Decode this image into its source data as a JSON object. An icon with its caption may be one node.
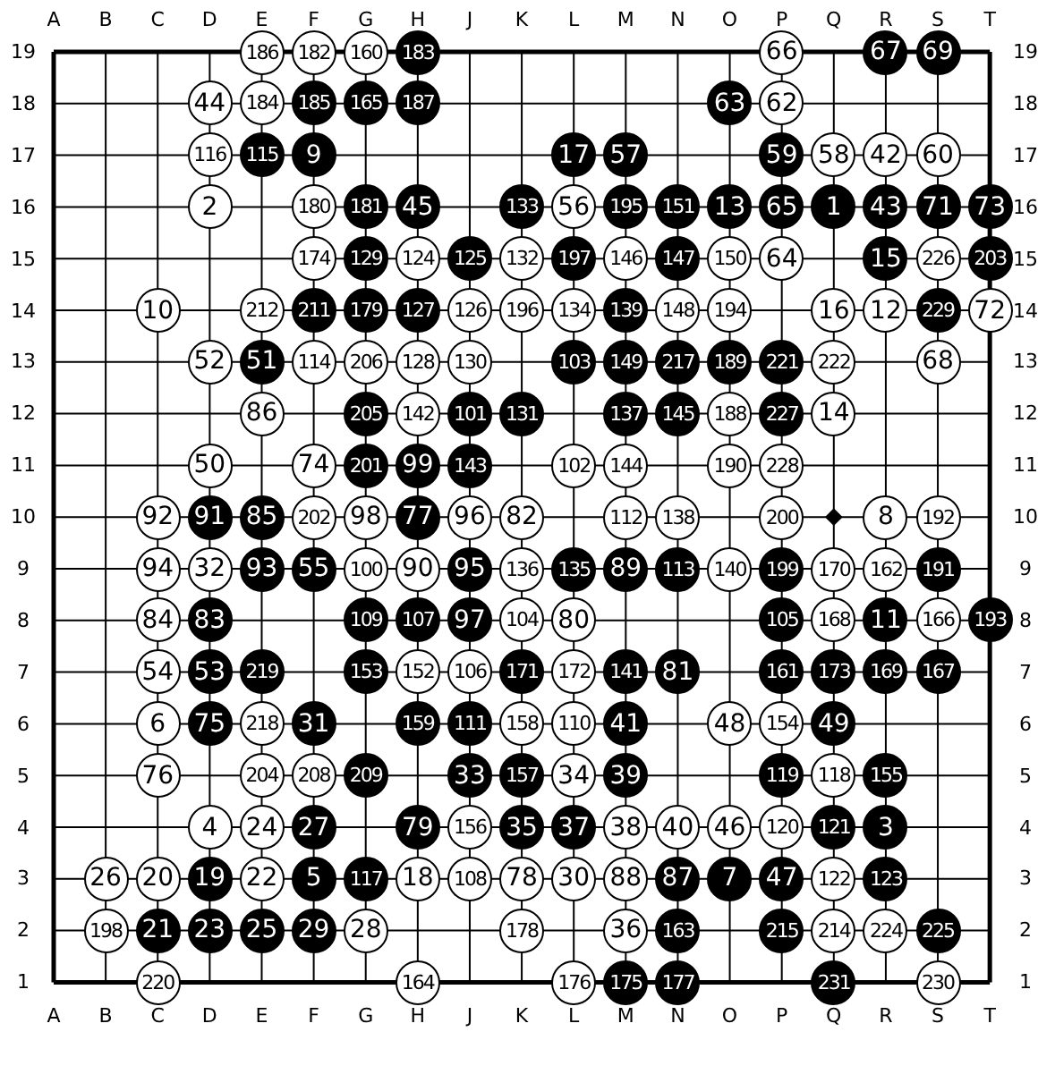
{
  "diagram": {
    "nodes": [
      {
        "text": [
          "186"
        ]
      },
      {
        "text": [
          "182"
        ]
      },
      {
        "text": [
          "160"
        ]
      },
      {
        "text": [
          "183"
        ]
      },
      {
        "text": [
          "66"
        ]
      },
      {
        "text": [
          "67"
        ]
      },
      {
        "text": [
          "69"
        ]
      },
      {
        "text": [
          "44"
        ]
      },
      {
        "text": [
          "184"
        ]
      },
      {
        "text": [
          "185"
        ]
      },
      {
        "text": [
          "165"
        ]
      },
      {
        "text": [
          "187"
        ]
      },
      {
        "text": [
          "63"
        ]
      },
      {
        "text": [
          "62"
        ]
      },
      {
        "text": [
          "116"
        ]
      },
      {
        "text": [
          "115"
        ]
      },
      {
        "text": [
          "9"
        ]
      },
      {
        "text": [
          "17"
        ]
      },
      {
        "text": [
          "57"
        ]
      },
      {
        "text": [
          "59"
        ]
      },
      {
        "text": [
          "58"
        ]
      },
      {
        "text": [
          "42"
        ]
      },
      {
        "text": [
          "60"
        ]
      },
      {
        "text": [
          "2"
        ]
      },
      {
        "text": [
          "180"
        ]
      },
      {
        "text": [
          "181"
        ]
      },
      {
        "text": [
          "45"
        ]
      },
      {
        "text": [
          "133"
        ]
      },
      {
        "text": [
          "56"
        ]
      },
      {
        "text": [
          "195"
        ]
      },
      {
        "text": [
          "151"
        ]
      },
      {
        "text": [
          "13"
        ]
      },
      {
        "text": [
          "65"
        ]
      },
      {
        "text": [
          "1"
        ]
      },
      {
        "text": [
          "43"
        ]
      },
      {
        "text": [
          "71"
        ]
      },
      {
        "text": [
          "73"
        ]
      },
      {
        "text": [
          "174"
        ]
      },
      {
        "text": [
          "129"
        ]
      },
      {
        "text": [
          "124"
        ]
      },
      {
        "text": [
          "125"
        ]
      },
      {
        "text": [
          "132"
        ]
      },
      {
        "text": [
          "197"
        ]
      },
      {
        "text": [
          "146"
        ]
      },
      {
        "text": [
          "147"
        ]
      },
      {
        "text": [
          "150"
        ]
      },
      {
        "text": [
          "64"
        ]
      },
      {
        "text": [
          "15"
        ]
      },
      {
        "text": [
          "226"
        ]
      },
      {
        "text": [
          "203"
        ]
      },
      {
        "text": [
          "10"
        ]
      },
      {
        "text": [
          "212"
        ]
      },
      {
        "text": [
          "211"
        ]
      },
      {
        "text": [
          "179"
        ]
      },
      {
        "text": [
          "127"
        ]
      },
      {
        "text": [
          "126"
        ]
      },
      {
        "text": [
          "196"
        ]
      },
      {
        "text": [
          "134"
        ]
      },
      {
        "text": [
          "139"
        ]
      },
      {
        "text": [
          "148"
        ]
      },
      {
        "text": [
          "194"
        ]
      },
      {
        "text": [
          "16"
        ]
      },
      {
        "text": [
          "12"
        ]
      },
      {
        "text": [
          "229"
        ]
      },
      {
        "text": [
          "72"
        ]
      },
      {
        "text": [
          "52"
        ]
      },
      {
        "text": [
          "51"
        ]
      },
      {
        "text": [
          "114"
        ]
      },
      {
        "text": [
          "206"
        ]
      },
      {
        "text": [
          "128"
        ]
      },
      {
        "text": [
          "130"
        ]
      },
      {
        "text": [
          "103"
        ]
      },
      {
        "text": [
          "149"
        ]
      },
      {
        "text": [
          "217"
        ]
      },
      {
        "text": [
          "189"
        ]
      },
      {
        "text": [
          "221"
        ]
      },
      {
        "text": [
          "222"
        ]
      },
      {
        "text": [
          "68"
        ]
      },
      {
        "text": [
          "86"
        ]
      },
      {
        "text": [
          "205"
        ]
      },
      {
        "text": [
          "142"
        ]
      },
      {
        "text": [
          "101"
        ]
      },
      {
        "text": [
          "131"
        ]
      },
      {
        "text": [
          "137"
        ]
      },
      {
        "text": [
          "145"
        ]
      },
      {
        "text": [
          "188"
        ]
      },
      {
        "text": [
          "227"
        ]
      },
      {
        "text": [
          "14"
        ]
      },
      {
        "text": [
          "50"
        ]
      },
      {
        "text": [
          "74"
        ]
      },
      {
        "text": [
          "201"
        ]
      },
      {
        "text": [
          "99"
        ]
      },
      {
        "text": [
          "143"
        ]
      },
      {
        "text": [
          "102"
        ]
      },
      {
        "text": [
          "144"
        ]
      },
      {
        "text": [
          "190"
        ]
      },
      {
        "text": [
          "228"
        ]
      },
      {
        "text": [
          "92"
        ]
      },
      {
        "text": [
          "91"
        ]
      },
      {
        "text": [
          "85"
        ]
      },
      {
        "text": [
          "202"
        ]
      },
      {
        "text": [
          "98"
        ]
      },
      {
        "text": [
          "77"
        ]
      },
      {
        "text": [
          "96"
        ]
      },
      {
        "text": [
          "82"
        ]
      },
      {
        "text": [
          "112"
        ]
      },
      {
        "text": [
          "138"
        ]
      },
      {
        "text": [
          "200"
        ]
      },
      {
        "text": [
          "8"
        ]
      },
      {
        "text": [
          "192"
        ]
      },
      {
        "text": [
          "94"
        ]
      },
      {
        "text": [
          "32"
        ]
      },
      {
        "text": [
          "93"
        ]
      },
      {
        "text": [
          "55"
        ]
      },
      {
        "text": [
          "100"
        ]
      },
      {
        "text": [
          "90"
        ]
      },
      {
        "text": [
          "95"
        ]
      },
      {
        "text": [
          "136"
        ]
      },
      {
        "text": [
          "135"
        ]
      },
      {
        "text": [
          "89"
        ]
      },
      {
        "text": [
          "113"
        ]
      },
      {
        "text": [
          "140"
        ]
      },
      {
        "text": [
          "199"
        ]
      },
      {
        "text": [
          "170"
        ]
      },
      {
        "text": [
          "162"
        ]
      },
      {
        "text": [
          "191"
        ]
      },
      {
        "text": [
          "84"
        ]
      },
      {
        "text": [
          "83"
        ]
      },
      {
        "text": [
          "109"
        ]
      },
      {
        "text": [
          "107"
        ]
      },
      {
        "text": [
          "97"
        ]
      },
      {
        "text": [
          "104"
        ]
      },
      {
        "text": [
          "80"
        ]
      },
      {
        "text": [
          "105"
        ]
      },
      {
        "text": [
          "168"
        ]
      },
      {
        "text": [
          "11"
        ]
      },
      {
        "text": [
          "166"
        ]
      },
      {
        "text": [
          "193"
        ]
      },
      {
        "text": [
          "54"
        ]
      },
      {
        "text": [
          "53"
        ]
      },
      {
        "text": [
          "219"
        ]
      },
      {
        "text": [
          "153"
        ]
      },
      {
        "text": [
          "152"
        ]
      },
      {
        "text": [
          "106"
        ]
      },
      {
        "text": [
          "171"
        ]
      },
      {
        "text": [
          "172"
        ]
      },
      {
        "text": [
          "141"
        ]
      },
      {
        "text": [
          "81"
        ]
      },
      {
        "text": [
          "161"
        ]
      },
      {
        "text": [
          "173"
        ]
      },
      {
        "text": [
          "169"
        ]
      },
      {
        "text": [
          "167"
        ]
      },
      {
        "text": [
          "6"
        ]
      },
      {
        "text": [
          "75"
        ]
      },
      {
        "text": [
          "218"
        ]
      },
      {
        "text": [
          "31"
        ]
      },
      {
        "text": [
          "159"
        ]
      },
      {
        "text": [
          "111"
        ]
      },
      {
        "text": [
          "158"
        ]
      },
      {
        "text": [
          "110"
        ]
      },
      {
        "text": [
          "41"
        ]
      },
      {
        "text": [
          "48"
        ]
      },
      {
        "text": [
          "154"
        ]
      },
      {
        "text": [
          "49"
        ]
      },
      {
        "text": [
          "76"
        ]
      },
      {
        "text": [
          "204"
        ]
      },
      {
        "text": [
          "208"
        ]
      },
      {
        "text": [
          "209"
        ]
      },
      {
        "text": [
          "33"
        ]
      },
      {
        "text": [
          "157"
        ]
      },
      {
        "text": [
          "34"
        ]
      },
      {
        "text": [
          "39"
        ]
      },
      {
        "text": [
          "119"
        ]
      },
      {
        "text": [
          "118"
        ]
      },
      {
        "text": [
          "155"
        ]
      },
      {
        "text": [
          "4"
        ]
      },
      {
        "text": [
          "24"
        ]
      },
      {
        "text": [
          "27"
        ]
      },
      {
        "text": [
          "79"
        ]
      },
      {
        "text": [
          "156"
        ]
      },
      {
        "text": [
          "35"
        ]
      },
      {
        "text": [
          "37"
        ]
      },
      {
        "text": [
          "38"
        ]
      },
      {
        "text": [
          "40"
        ]
      },
      {
        "text": [
          "46"
        ]
      },
      {
        "text": [
          "120"
        ]
      },
      {
        "text": [
          "121"
        ]
      },
      {
        "text": [
          "3"
        ]
      },
      {
        "text": [
          "26"
        ]
      },
      {
        "text": [
          "20"
        ]
      },
      {
        "text": [
          "19"
        ]
      },
      {
        "text": [
          "22"
        ]
      },
      {
        "text": [
          "5"
        ]
      },
      {
        "text": [
          "117"
        ]
      },
      {
        "text": [
          "18"
        ]
      },
      {
        "text": [
          "108"
        ]
      },
      {
        "text": [
          "78"
        ]
      },
      {
        "text": [
          "30"
        ]
      },
      {
        "text": [
          "88"
        ]
      },
      {
        "text": [
          "87"
        ]
      },
      {
        "text": [
          "7"
        ]
      },
      {
        "text": [
          "47"
        ]
      },
      {
        "text": [
          "122"
        ]
      },
      {
        "text": [
          "123"
        ]
      },
      {
        "text": [
          "198"
        ]
      },
      {
        "text": [
          "21"
        ]
      },
      {
        "text": [
          "23"
        ]
      },
      {
        "text": [
          "25"
        ]
      },
      {
        "text": [
          "29"
        ]
      },
      {
        "text": [
          "28"
        ]
      },
      {
        "text": [
          "178"
        ]
      },
      {
        "text": [
          "36"
        ]
      },
      {
        "text": [
          "163"
        ]
      },
      {
        "text": [
          "215"
        ]
      },
      {
        "text": [
          "214"
        ]
      },
      {
        "text": [
          "224"
        ]
      },
      {
        "text": [
          "225"
        ]
      },
      {
        "text": [
          "220"
        ]
      },
      {
        "text": [
          "164"
        ]
      },
      {
        "text": [
          "176"
        ]
      },
      {
        "text": [
          "175"
        ]
      },
      {
        "text": [
          "177"
        ]
      },
      {
        "text": [
          "231"
        ]
      },
      {
        "text": [
          "230"
        ]
      }
    ],
    "labels": [
      "A",
      "B",
      "C",
      "D",
      "E",
      "F",
      "G",
      "H",
      "J",
      "K",
      "L",
      "M",
      "N",
      "O",
      "P",
      "Q",
      "R",
      "S",
      "T",
      "19",
      "19",
      "18",
      "18",
      "17",
      "17",
      "16",
      "16",
      "15",
      "15",
      "14",
      "14",
      "13",
      "13",
      "12",
      "12",
      "11",
      "11",
      "10",
      "10",
      "9",
      "9",
      "8",
      "8",
      "7",
      "7",
      "6",
      "6",
      "5",
      "5",
      "4",
      "4",
      "3",
      "3",
      "2",
      "2",
      "1",
      "1",
      "A",
      "B",
      "C",
      "D",
      "E",
      "F",
      "G",
      "H",
      "J",
      "K",
      "L",
      "M",
      "N",
      "O",
      "P",
      "Q",
      "R",
      "S",
      "T"
    ]
  }
}
